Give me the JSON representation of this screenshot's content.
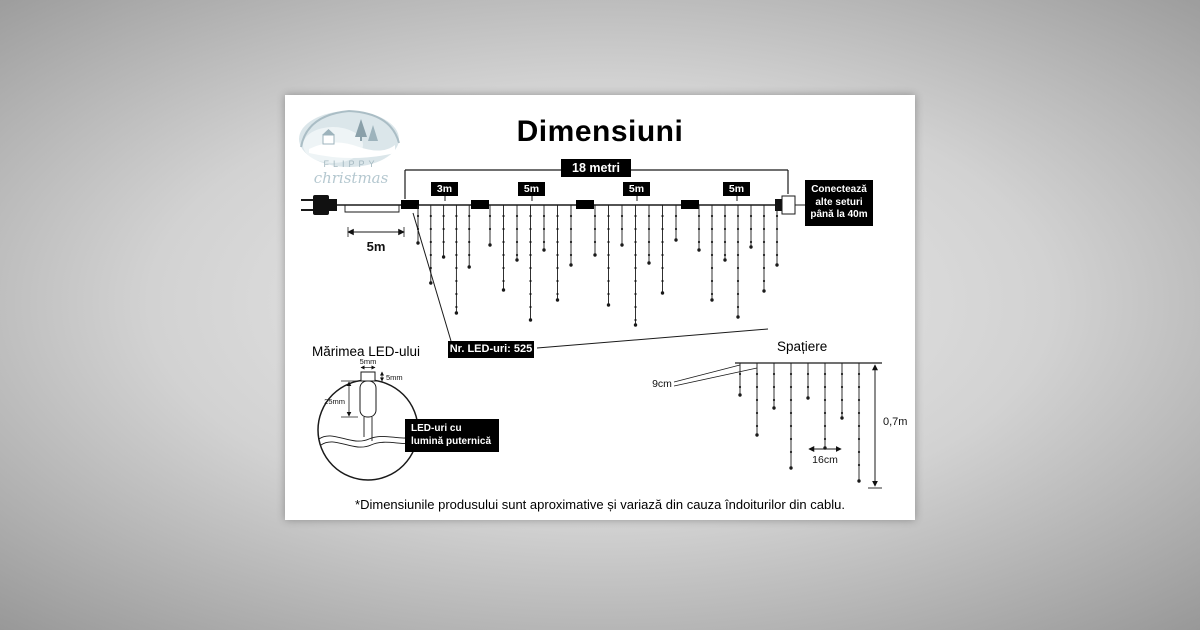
{
  "logo": {
    "brand_top": "FLIPPY",
    "brand_bottom": "christmas"
  },
  "title": "Dimensiuni",
  "string_diagram": {
    "total_length_label": "18 metri",
    "segment_labels": [
      "3m",
      "5m",
      "5m",
      "5m"
    ],
    "lead_length_label": "5m",
    "connect_note": "Conectează alte seturi până la 40m",
    "led_count_label": "Nr. LED-uri: 525"
  },
  "led_size": {
    "heading": "Mărimea LED-ului",
    "width_label": "5mm",
    "cap_height_label": "5mm",
    "body_height_label": "25mm",
    "note": "LED-uri cu lumină puternică"
  },
  "spacing": {
    "heading": "Spațiere",
    "drop_gap_label": "9cm",
    "led_gap_label": "16cm",
    "drop_length_label": "0,7m"
  },
  "footnote": "*Dimensiunile produsului sunt aproximative și variază din cauza îndoiturilor din cablu.",
  "colors": {
    "box_bg": "#000000",
    "box_text": "#ffffff",
    "line": "#1a1a1a",
    "logo_tint": "#a4b8c0"
  }
}
